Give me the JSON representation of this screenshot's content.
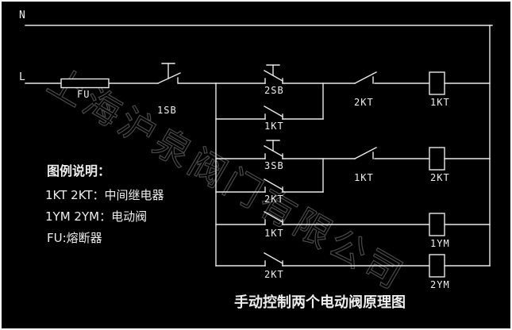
{
  "diagram": {
    "title_caption": "手动控制两个电动阀原理图",
    "watermark": "上海沪泉阀门有限公司",
    "rails": {
      "neutral": "N",
      "live": "L"
    },
    "fuse": "FU",
    "stop_button": "1SB",
    "branch_relay1": {
      "start_button": "2SB",
      "selfhold_contact": "1KT",
      "interlock_contact": "2KT",
      "coil": "1KT"
    },
    "branch_relay2": {
      "start_button": "3SB",
      "selfhold_contact": "2KT",
      "interlock_contact": "1KT",
      "coil": "2KT"
    },
    "branch_valve1": {
      "contact": "1KT",
      "coil": "1YM"
    },
    "branch_valve2": {
      "contact": "2KT",
      "coil": "2YM"
    },
    "legend": {
      "title": "图例说明：",
      "items": [
        "1KT 2KT：中间继电器",
        "1YM 2YM：电动阀",
        "FU:熔断器"
      ]
    },
    "colors": {
      "background": "#000000",
      "line": "#e9e9e9",
      "text": "#f0f0f0",
      "watermark": "#4a4a4a",
      "border": "#ffffff"
    }
  }
}
